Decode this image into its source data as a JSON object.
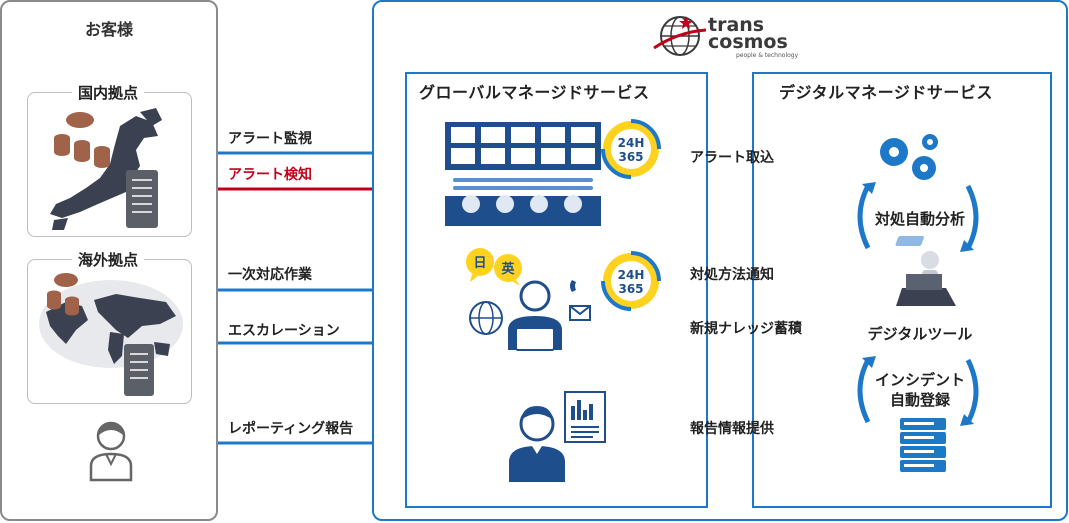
{
  "customer": {
    "title": "お客様",
    "domestic_label": "国内拠点",
    "overseas_label": "海外拠点"
  },
  "logo": {
    "line1": "trans",
    "line2": "cosmos",
    "tagline": "people & technology"
  },
  "global_service": {
    "title": "グローバルマネージドサービス",
    "badge": {
      "line1": "24H",
      "line2": "365"
    },
    "lang_bubbles": [
      "日",
      "英"
    ]
  },
  "digital_service": {
    "title": "デジタルマネージドサービス",
    "analysis_label": "対処自動分析",
    "tool_label": "デジタルツール",
    "incident_label_line1": "インシデント",
    "incident_label_line2": "自動登録"
  },
  "flows_left": {
    "alert_monitor": "アラート監視",
    "alert_detect": "アラート検知",
    "first_response": "一次対応作業",
    "escalation": "エスカレーション",
    "reporting": "レポーティング報告"
  },
  "flows_right": {
    "alert_import": "アラート取込",
    "response_notice": "対処方法通知",
    "knowledge": "新規ナレッジ蓄積",
    "report_provide": "報告情報提供"
  },
  "colors": {
    "blue": "#1e78c8",
    "red": "#c0001a",
    "gray": "#8a8a8a"
  }
}
